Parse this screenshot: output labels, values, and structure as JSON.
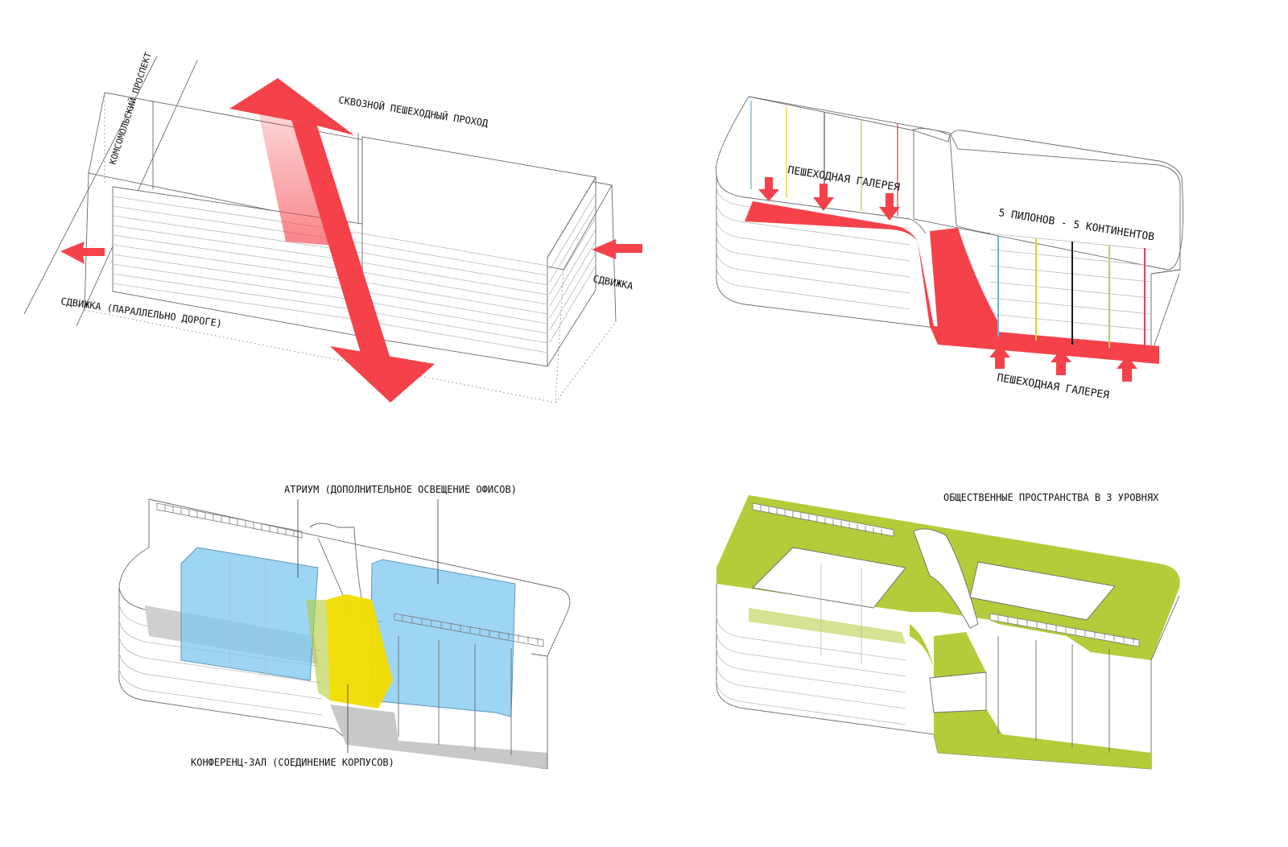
{
  "panels": {
    "p1": {
      "street_label": "КОМСОМОЛЬСКИЙ ПРОСПЕКТ",
      "walkway_label": "СКВОЗНОЙ ПЕШЕХОДНЫЙ ПРОХОД",
      "shift_right_label": "СДВИЖКА",
      "shift_parallel_label": "СДВИЖКА (ПАРАЛЛЕЛЬНО ДОРОГЕ)"
    },
    "p2": {
      "gallery_top_label": "ПЕШЕХОДНАЯ ГАЛЕРЕЯ",
      "pylons_label": "5 ПИЛОНОВ - 5 КОНТИНЕНТОВ",
      "gallery_bottom_label": "ПЕШЕХОДНАЯ ГАЛЕРЕЯ"
    },
    "p3": {
      "atrium_label": "АТРИУМ (ДОПОЛНИТЕЛЬНОЕ ОСВЕЩЕНИЕ ОФИСОВ)",
      "conference_label": "КОНФЕРЕНЦ-ЗАЛ (СОЕДИНЕНИЕ КОРПУСОВ)"
    },
    "p4": {
      "public_label": "ОБЩЕСТВЕННЫЕ ПРОСТРАНСТВА В 3 УРОВНЯХ"
    }
  },
  "colors": {
    "arrow_red": "#f5424a",
    "atrium_blue": "#7cc8f0",
    "conference_yellow": "#f2dc00",
    "public_green": "#b2cc3a",
    "shadow_gray": "#c8c8c8",
    "pylon_colors": [
      "#6fb2e0",
      "#e6d12a",
      "#1a1a1a",
      "#b8d34a",
      "#e3454c"
    ]
  }
}
